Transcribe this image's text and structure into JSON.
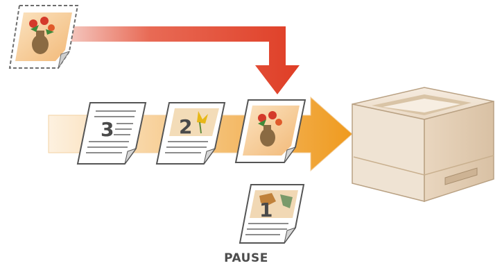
{
  "queue": {
    "page_3_label": "3",
    "page_2_label": "2",
    "page_1_label": "1"
  },
  "paused_job": {
    "status_label": "PAUSE"
  },
  "colors": {
    "queue_arrow": "#f0a53a",
    "interrupt_arrow": "#e0442a",
    "printer_body": "#ead9c4"
  },
  "icons": [
    "photo-document-icon",
    "document-icon",
    "printer-icon",
    "arrow-icon"
  ]
}
